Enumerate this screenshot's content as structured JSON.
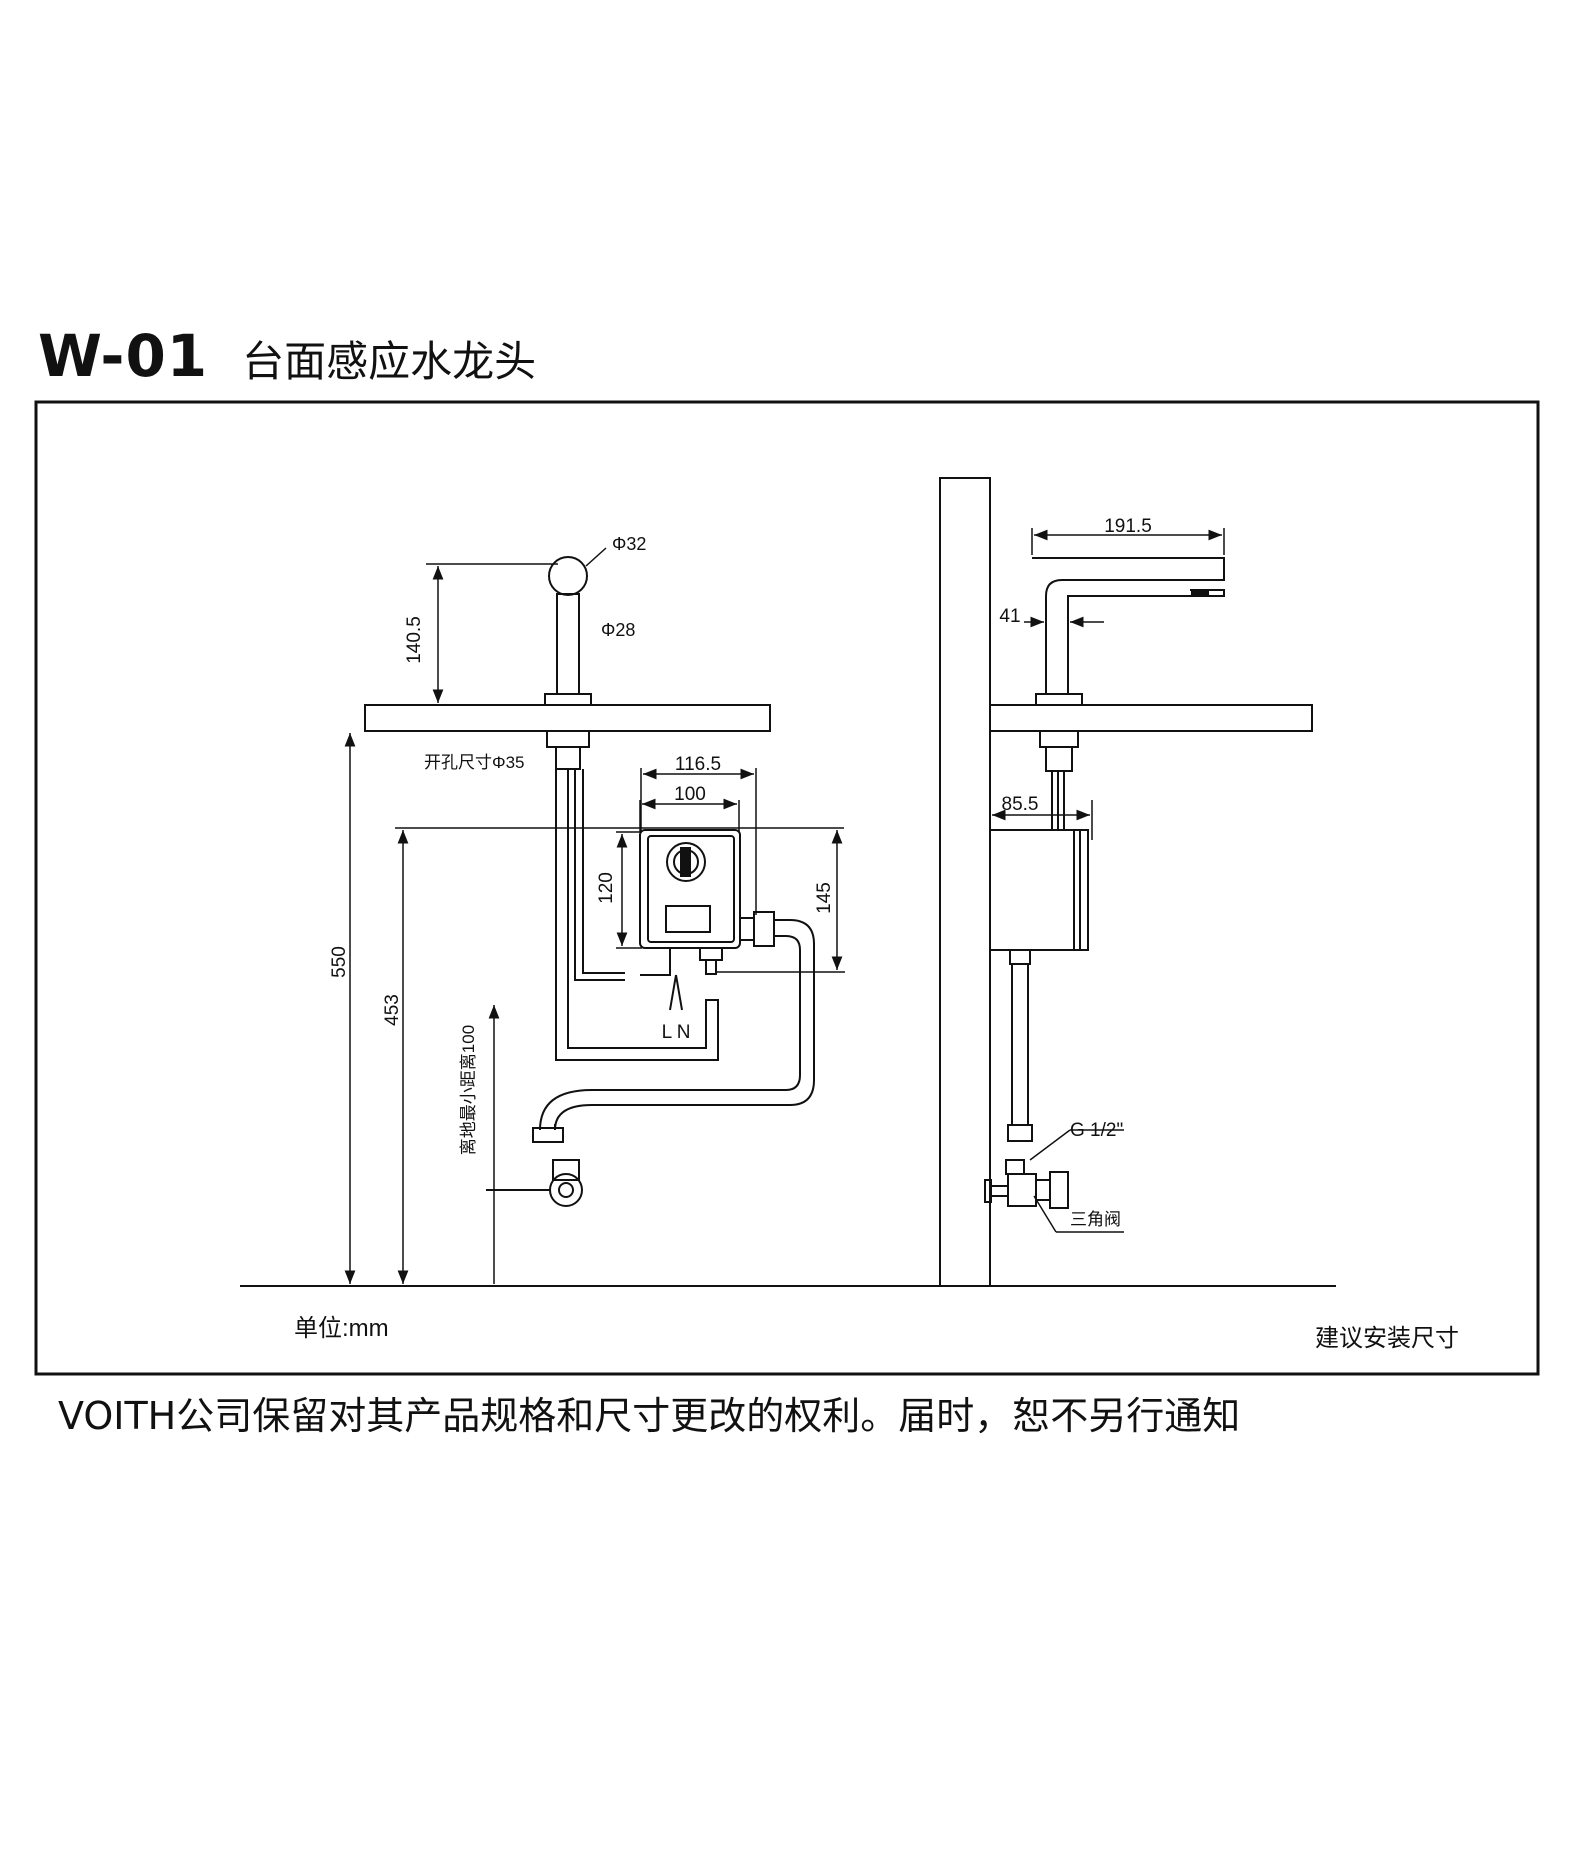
{
  "header": {
    "model": "W-01",
    "name": "台面感应水龙头"
  },
  "labels": {
    "phi32": "Φ32",
    "phi28": "Φ28",
    "d140_5": "140.5",
    "hole": "开孔尺寸Φ35",
    "d116_5": "116.5",
    "d100": "100",
    "d120": "120",
    "d145": "145",
    "d550": "550",
    "d453": "453",
    "ln": "L N",
    "min_dist": "离地最小距离100",
    "d191_5": "191.5",
    "d41": "41",
    "d85_5": "85.5",
    "g12": "G 1/2\"",
    "angle_valve": "三角阀",
    "unit": "单位:mm",
    "suggest": "建议安装尺寸"
  },
  "footer": {
    "note": "VOITH公司保留对其产品规格和尺寸更改的权利。届时，恕不另行通知"
  }
}
